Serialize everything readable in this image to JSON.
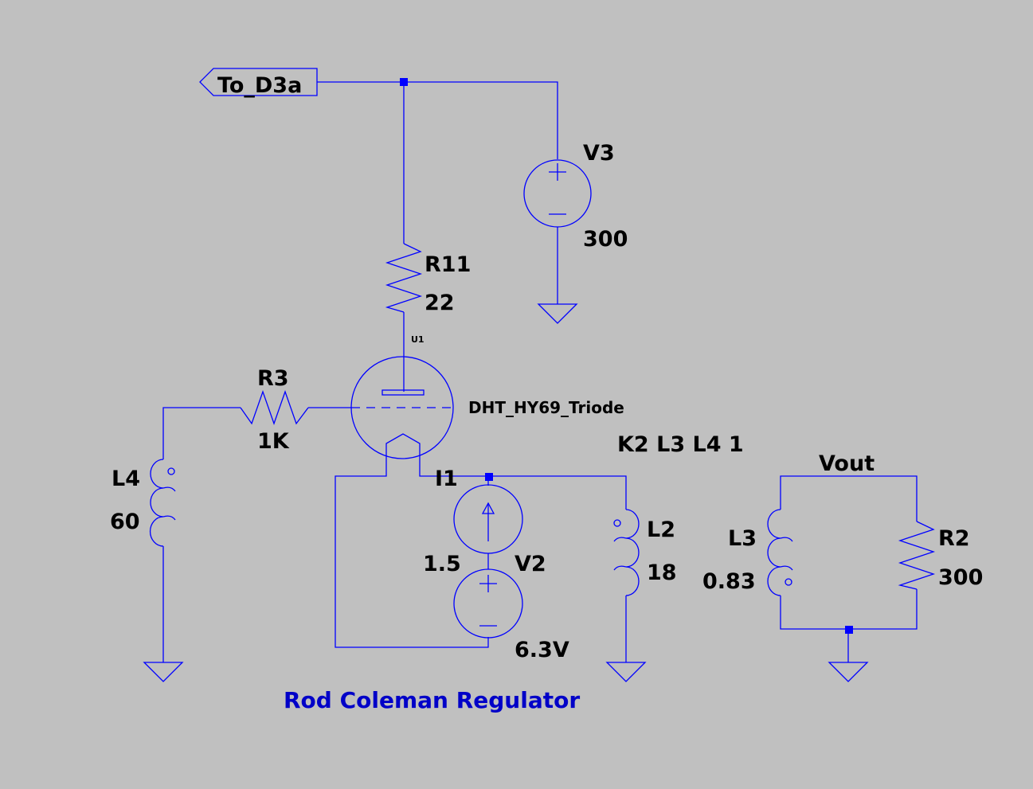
{
  "port_label": "To_D3a",
  "title": "Rod Coleman Regulator",
  "spice_directive": "K2 L3 L4 1",
  "net_label": "Vout",
  "tube": {
    "refdes": "U1",
    "model": "DHT_HY69_Triode"
  },
  "components": [
    {
      "id": "V3",
      "ref": "V3",
      "value": "300"
    },
    {
      "id": "R11",
      "ref": "R11",
      "value": "22"
    },
    {
      "id": "R3",
      "ref": "R3",
      "value": "1K"
    },
    {
      "id": "L4",
      "ref": "L4",
      "value": "60"
    },
    {
      "id": "I1",
      "ref": "I1",
      "value": "1.5"
    },
    {
      "id": "V2",
      "ref": "V2",
      "value": "6.3V"
    },
    {
      "id": "L2",
      "ref": "L2",
      "value": "18"
    },
    {
      "id": "L3",
      "ref": "L3",
      "value": "0.83"
    },
    {
      "id": "R2",
      "ref": "R2",
      "value": "300"
    }
  ],
  "colors": {
    "background": "#c0c0c0",
    "wire": "#0000ff",
    "label": "#000000",
    "title": "#0000c8"
  }
}
